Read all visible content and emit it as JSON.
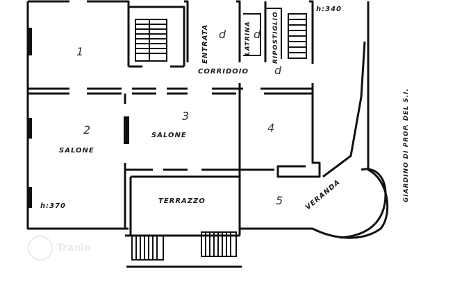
{
  "rooms": {
    "entrata": "ENTRATA",
    "latrina": "LATRINA",
    "ripostiglio": "RIPOSTIGLIO",
    "corridoio": "CORRIDOIO",
    "salone_left": "SALONE",
    "salone_center": "SALONE",
    "terrazzo": "TERRAZZO",
    "veranda": "VERANDA"
  },
  "room_numbers": {
    "n1": "1",
    "n2": "2",
    "n3": "3",
    "n4": "4",
    "n5": "5"
  },
  "marks": {
    "d_entrata": "d",
    "d_latrina": "d",
    "d_corridoio": "d"
  },
  "heights": {
    "top_right": "h:340",
    "bottom_left": "h:370"
  },
  "side_note": "GIARDINO DI PROP. DEL S.I.",
  "watermark": {
    "text": "Tranio"
  },
  "colors": {
    "wall": "#111111",
    "paper": "#ffffff",
    "watermark": "#d8d8d8"
  }
}
